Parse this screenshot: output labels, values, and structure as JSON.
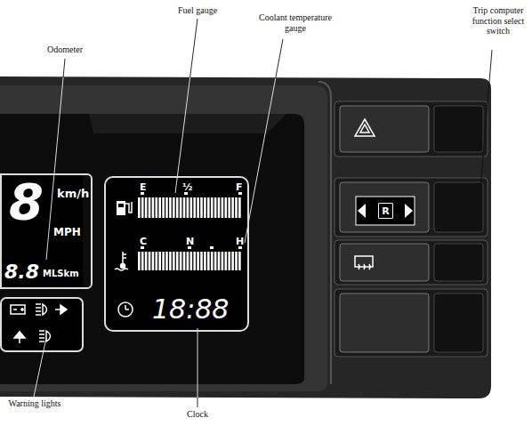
{
  "diagram": {
    "nodes": [
      {
        "text": [
          "8",
          "km/h",
          "MPH",
          "8.8",
          "MLSkm"
        ]
      },
      {
        "text": [
          "E",
          "½",
          "F",
          "C",
          "N",
          "H",
          "18:88"
        ]
      },
      {
        "text": [
          "R"
        ]
      }
    ],
    "labels": [
      "Odometer",
      "Fuel gauge",
      "Coolant temperature gauge",
      "Trip computer function select switch",
      "Warning lights",
      "Clock"
    ]
  }
}
